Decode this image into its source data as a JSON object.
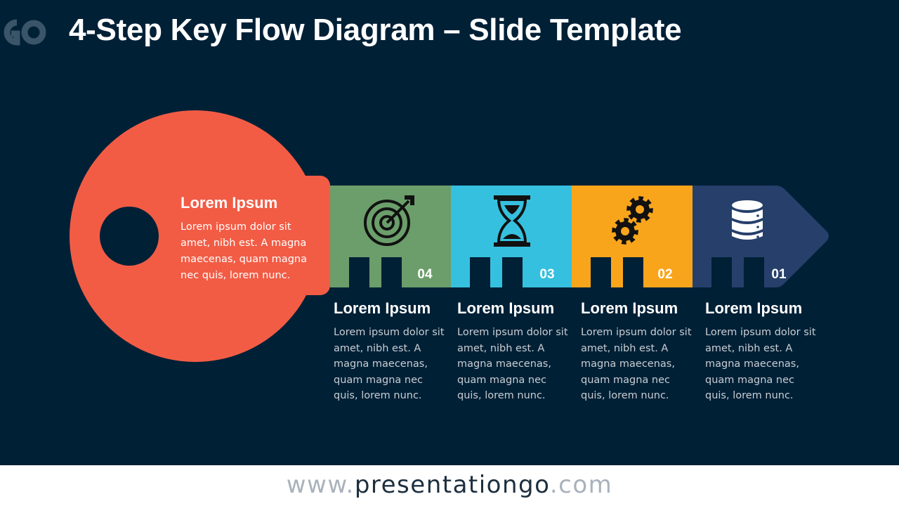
{
  "title": "4-Step Key Flow Diagram – Slide Template",
  "key_head": {
    "heading": "Lorem Ipsum",
    "body": "Lorem ipsum dolor sit amet, nibh est. A magna maecenas, quam magna nec quis, lorem nunc.",
    "color": "#F25C45"
  },
  "steps": [
    {
      "number": "04",
      "icon": "target-icon",
      "color": "#6B9E6A",
      "heading": "Lorem Ipsum",
      "body": "Lorem ipsum dolor sit amet, nibh est. A magna maecenas, quam magna nec quis, lorem nunc."
    },
    {
      "number": "03",
      "icon": "hourglass-icon",
      "color": "#36C0DF",
      "heading": "Lorem Ipsum",
      "body": "Lorem ipsum dolor sit amet, nibh est. A magna maecenas, quam magna nec quis, lorem nunc."
    },
    {
      "number": "02",
      "icon": "gears-icon",
      "color": "#F9A51C",
      "heading": "Lorem Ipsum",
      "body": "Lorem ipsum dolor sit amet, nibh est. A magna maecenas, quam magna nec quis, lorem nunc."
    },
    {
      "number": "01",
      "icon": "database-icon",
      "color": "#263F6B",
      "heading": "Lorem Ipsum",
      "body": "Lorem ipsum dolor sit amet, nibh est. A magna maecenas, quam magna nec quis, lorem nunc."
    }
  ],
  "colors": {
    "background": "#002036",
    "text": "#FFFFFF",
    "body_text": "#C9CED3"
  },
  "footer": {
    "prefix": "www.",
    "brand": "presentationgo",
    "suffix": ".com"
  }
}
